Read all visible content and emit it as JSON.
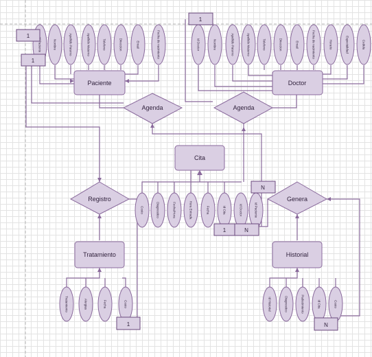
{
  "entities": {
    "paciente": "Paciente",
    "doctor": "Doctor",
    "cita": "Cita",
    "tratamiento": "Tratamiento",
    "historial": "Historial"
  },
  "relationships": {
    "agenda_left": "Agenda",
    "agenda_right": "Agenda",
    "registro": "Registro",
    "genera": "Genera"
  },
  "paciente_attributes": [
    "Id Paciente",
    "Nombre",
    "Apellido Paterno",
    "Apellido Materno",
    "Telefono",
    "Direccion",
    "Email",
    "Fecha de nacimiento"
  ],
  "doctor_attributes": [
    "Id Doctor",
    "Nombre",
    "Apellido Paterno",
    "Apellido Materno",
    "Telefono",
    "Direccion",
    "Email",
    "Fecha de nacimiento",
    "Horario",
    "Especialidad",
    "Cedula"
  ],
  "cita_attributes": [
    "Costo",
    "Diagnostico",
    "Fecha/Hora",
    "Hora Entrada",
    "Fecha",
    "Id Cita",
    "Id Doctor",
    "Id Paciente"
  ],
  "tratamiento_attributes": [
    "Tratamiento",
    "Alergias",
    "Fecha",
    "Costo"
  ],
  "historial_attributes": [
    "Id Historial",
    "Diagnostico",
    "Padecimiento",
    "Id Cita",
    "Costo"
  ],
  "cardinalities": {
    "paciente_top": "1",
    "paciente_bottom": "1",
    "doctor_top": "1",
    "cita_n": "N",
    "genera_1": "1",
    "genera_n": "N",
    "tratamiento_1": "1",
    "historial_n": "N"
  }
}
